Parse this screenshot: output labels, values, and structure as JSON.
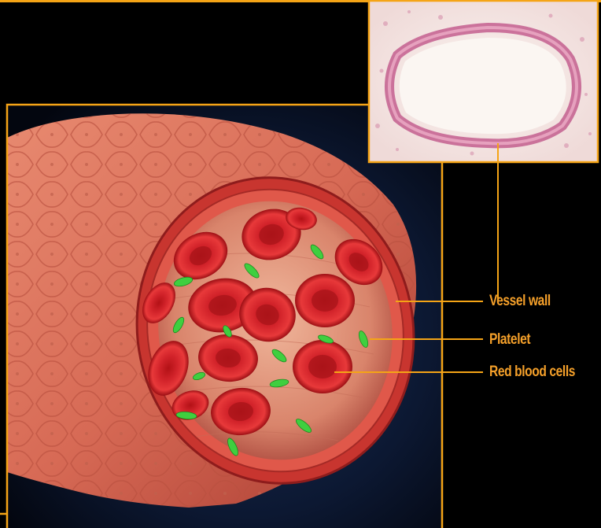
{
  "labels": {
    "vessel_wall": "Vessel wall",
    "platelet": "Platelet",
    "red_blood_cells": "Red blood cells"
  },
  "colors": {
    "background": "#000000",
    "frame_accent": "#f5a416",
    "label_text": "#f5a02a",
    "vessel_tissue": "#e07a64",
    "red_blood_cell": "#d81f22",
    "platelet": "#3fcf3f",
    "micrograph_background": "#f4ece8"
  }
}
